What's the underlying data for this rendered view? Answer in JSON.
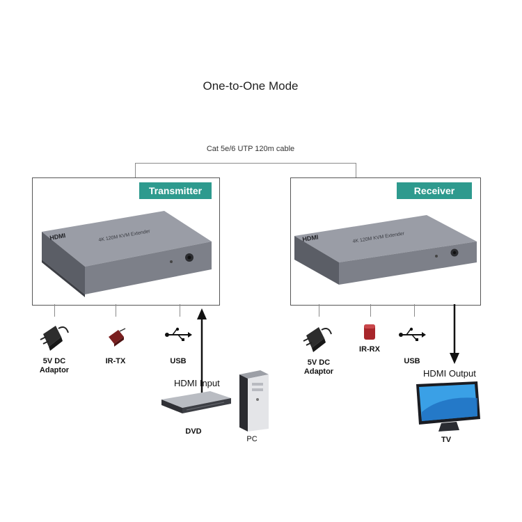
{
  "title": "One-to-One Mode",
  "cable_label": "Cat 5e/6 UTP 120m cable",
  "transmitter": {
    "badge": "Transmitter",
    "device_brand": "HDMI",
    "device_text": "4K 120M KVM Extender",
    "accessories": [
      {
        "label": "5V DC\nAdaptor",
        "icon": "power-adapter-icon"
      },
      {
        "label": "IR-TX",
        "icon": "ir-transmitter-icon"
      },
      {
        "label": "USB",
        "icon": "usb-icon"
      }
    ]
  },
  "receiver": {
    "badge": "Receiver",
    "device_brand": "HDMI",
    "device_text": "4K 120M KVM Extender",
    "accessories": [
      {
        "label": "5V DC\nAdaptor",
        "icon": "power-adapter-icon"
      },
      {
        "label": "IR-RX",
        "icon": "ir-receiver-icon"
      },
      {
        "label": "USB",
        "icon": "usb-icon"
      }
    ]
  },
  "sources": {
    "hdmi_input": "HDMI Input",
    "dvd": "DVD",
    "pc": "PC"
  },
  "output": {
    "hdmi_output": "HDMI Output",
    "tv": "TV"
  },
  "colors": {
    "badge": "#2e9a8e",
    "device_body": "#7d8089",
    "ir_tx": "#7a1f1f",
    "ir_rx": "#a8262b",
    "tv_screen": "#3aa0e6"
  }
}
